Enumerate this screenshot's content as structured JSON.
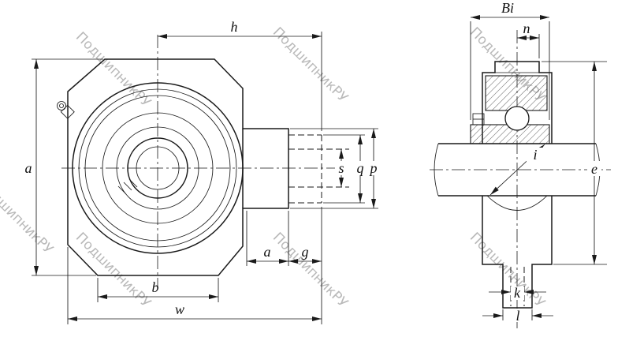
{
  "watermark": {
    "text": "ПодшипникРУ"
  },
  "front_view": {
    "dims": {
      "h": "h",
      "a_left": "a",
      "s": "s",
      "q": "q",
      "p": "p",
      "a_bottom": "a",
      "g": "g",
      "b": "b",
      "w": "w"
    }
  },
  "side_view": {
    "dims": {
      "bi": "Bi",
      "n": "n",
      "i": "i",
      "e": "e",
      "k": "k",
      "l": "l"
    }
  },
  "colors": {
    "line": "#1a1a1a",
    "watermark": "#a8a8a8",
    "background": "#ffffff"
  }
}
